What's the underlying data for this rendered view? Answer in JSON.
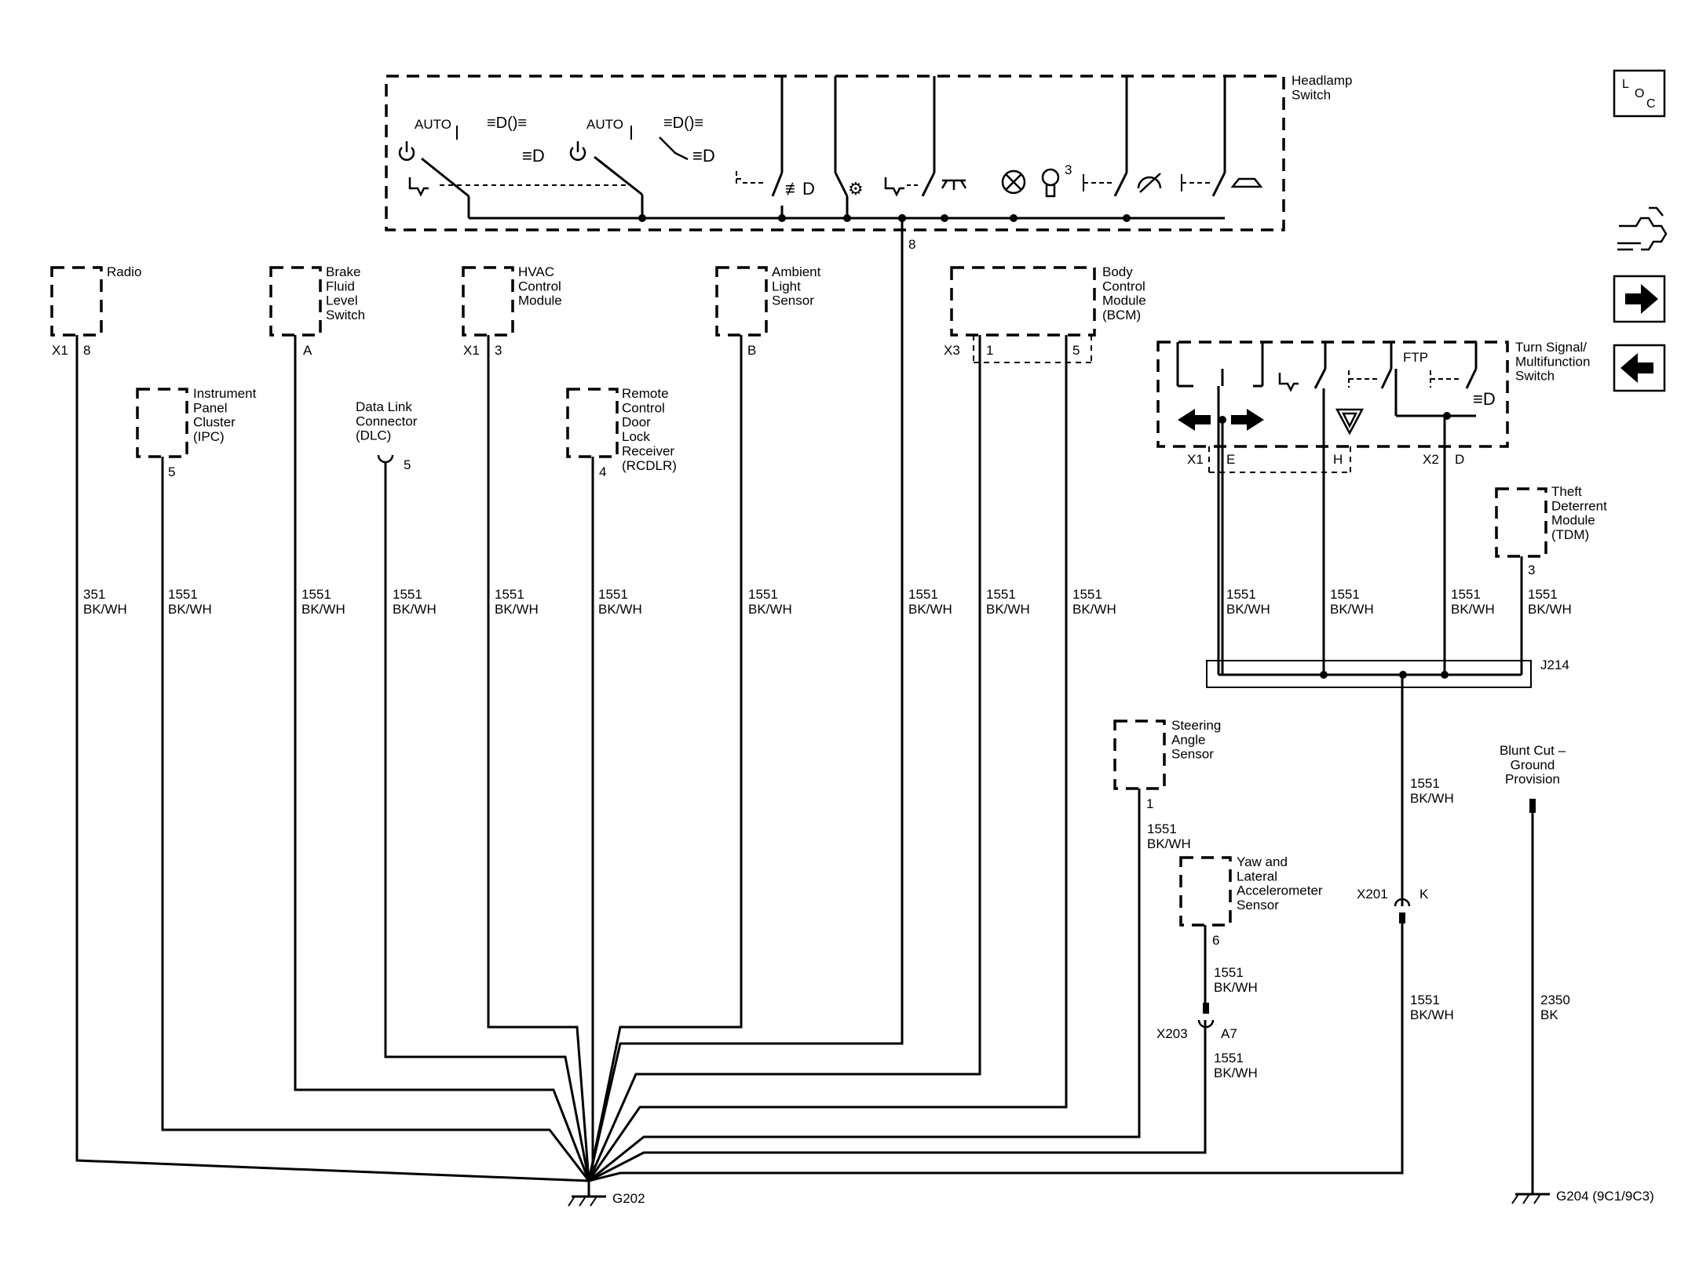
{
  "headlamp_switch": {
    "name": "Headlamp\nSwitch",
    "auto_left": "AUTO",
    "auto_right": "AUTO",
    "pin": "8",
    "sup3": "3"
  },
  "components": [
    {
      "id": "radio",
      "name": "Radio",
      "connector": "X1",
      "pin": "8"
    },
    {
      "id": "brake-fluid-level-switch",
      "name": "Brake\nFluid\nLevel\nSwitch",
      "connector": "",
      "pin": "A"
    },
    {
      "id": "hvac-control-module",
      "name": "HVAC\nControl\nModule",
      "connector": "X1",
      "pin": "3"
    },
    {
      "id": "ambient-light-sensor",
      "name": "Ambient\nLight\nSensor",
      "connector": "",
      "pin": "B"
    },
    {
      "id": "body-control-module",
      "name": "Body\nControl\nModule\n(BCM)",
      "connector": "X3",
      "pin": "1",
      "pin2": "5"
    },
    {
      "id": "instrument-panel-cluster",
      "name": "Instrument\nPanel\nCluster\n(IPC)",
      "connector": "",
      "pin": "5"
    },
    {
      "id": "data-link-connector",
      "name": "Data Link\nConnector\n(DLC)",
      "connector": "",
      "pin": "5"
    },
    {
      "id": "remote-control-door-lock-receiver",
      "name": "Remote\nControl\nDoor\nLock\nReceiver\n(RCDLR)",
      "connector": "",
      "pin": "4"
    },
    {
      "id": "turn-signal-multifunction-switch",
      "name": "Turn Signal/\nMultifunction\nSwitch",
      "connector": "X1",
      "pin": "E",
      "pin2": "H",
      "connector2": "X2",
      "pin3": "D",
      "ftp": "FTP"
    },
    {
      "id": "theft-deterrent-module",
      "name": "Theft\nDeterrent\nModule\n(TDM)",
      "connector": "",
      "pin": "3"
    },
    {
      "id": "steering-angle-sensor",
      "name": "Steering\nAngle\nSensor",
      "connector": "",
      "pin": "1"
    },
    {
      "id": "yaw-lateral-accelerometer-sensor",
      "name": "Yaw and\nLateral\nAccelerometer\nSensor",
      "connector": "",
      "pin": "6"
    }
  ],
  "wires": [
    {
      "id": "w-radio",
      "circuit": "351",
      "color": "BK/WH"
    },
    {
      "id": "w-ipc",
      "circuit": "1551",
      "color": "BK/WH"
    },
    {
      "id": "w-brake",
      "circuit": "1551",
      "color": "BK/WH"
    },
    {
      "id": "w-dlc",
      "circuit": "1551",
      "color": "BK/WH"
    },
    {
      "id": "w-hvac",
      "circuit": "1551",
      "color": "BK/WH"
    },
    {
      "id": "w-rcdlr",
      "circuit": "1551",
      "color": "BK/WH"
    },
    {
      "id": "w-als",
      "circuit": "1551",
      "color": "BK/WH"
    },
    {
      "id": "w-headlamp",
      "circuit": "1551",
      "color": "BK/WH"
    },
    {
      "id": "w-bcm1",
      "circuit": "1551",
      "color": "BK/WH"
    },
    {
      "id": "w-bcm5",
      "circuit": "1551",
      "color": "BK/WH"
    },
    {
      "id": "w-ts-e",
      "circuit": "1551",
      "color": "BK/WH"
    },
    {
      "id": "w-ts-h",
      "circuit": "1551",
      "color": "BK/WH"
    },
    {
      "id": "w-ts-d",
      "circuit": "1551",
      "color": "BK/WH"
    },
    {
      "id": "w-tdm",
      "circuit": "1551",
      "color": "BK/WH"
    },
    {
      "id": "w-j214",
      "circuit": "1551",
      "color": "BK/WH"
    },
    {
      "id": "w-x201",
      "circuit": "1551",
      "color": "BK/WH"
    },
    {
      "id": "w-sas",
      "circuit": "1551",
      "color": "BK/WH"
    },
    {
      "id": "w-yaw",
      "circuit": "1551",
      "color": "BK/WH"
    },
    {
      "id": "w-x203",
      "circuit": "1551",
      "color": "BK/WH"
    },
    {
      "id": "w-g204",
      "circuit": "2350",
      "color": "BK"
    }
  ],
  "splices": {
    "j214": "J214",
    "x201": "X201",
    "x201_pin": "K",
    "x203": "X203",
    "x203_pin": "A7"
  },
  "grounds": {
    "g202": "G202",
    "g204": "G204 (9C1/9C3)",
    "blunt_cut": "Blunt Cut –\nGround\nProvision"
  },
  "side_icons": {
    "loc_l": "L",
    "loc_o": "O",
    "loc_c": "C",
    "icons": [
      "loc-icon",
      "connector-wrench-icon",
      "arrow-right-icon",
      "arrow-left-icon"
    ]
  }
}
